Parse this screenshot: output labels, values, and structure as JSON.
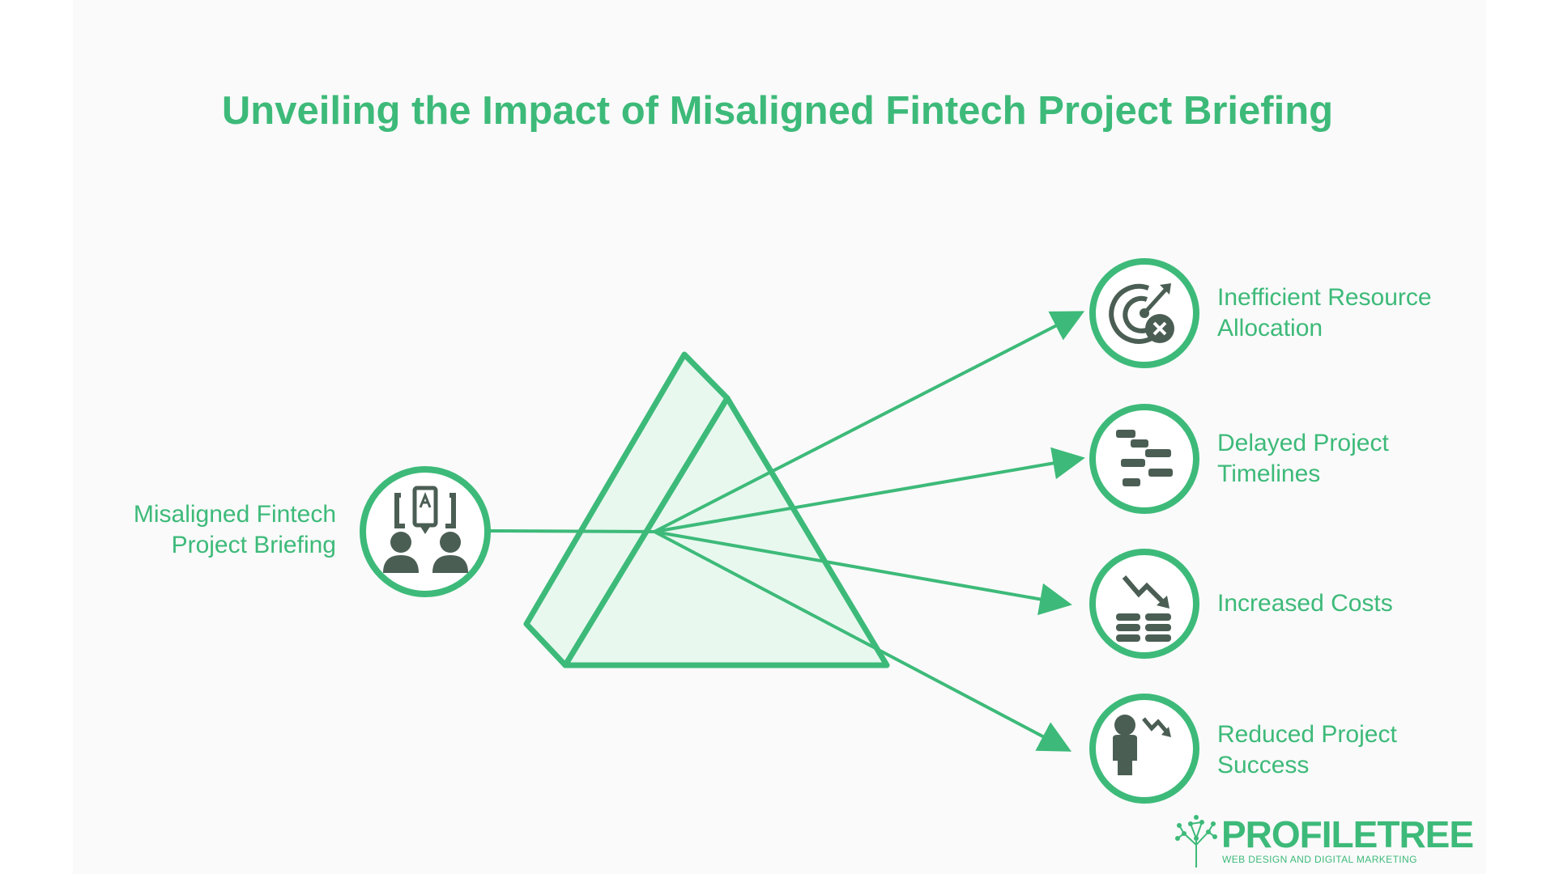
{
  "title": "Unveiling the Impact of Misaligned Fintech Project Briefing",
  "source": {
    "label_line1": "Misaligned Fintech",
    "label_line2": "Project Briefing",
    "icon": "team-briefing-icon"
  },
  "outcomes": [
    {
      "line1": "Inefficient Resource",
      "line2": "Allocation",
      "icon": "missed-target-icon"
    },
    {
      "line1": "Delayed Project",
      "line2": "Timelines",
      "icon": "gantt-timeline-icon"
    },
    {
      "line1": "Increased Costs",
      "line2": "",
      "icon": "declining-coins-icon"
    },
    {
      "line1": "Reduced Project",
      "line2": "Success",
      "icon": "person-decline-icon"
    }
  ],
  "logo": {
    "name": "PROFILETREE",
    "tagline": "WEB DESIGN AND DIGITAL MARKETING"
  },
  "colors": {
    "accent": "#3dba79",
    "icon_fill": "#4b5e54",
    "prism_fill": "#e8f8ef",
    "background": "#fafafa"
  }
}
